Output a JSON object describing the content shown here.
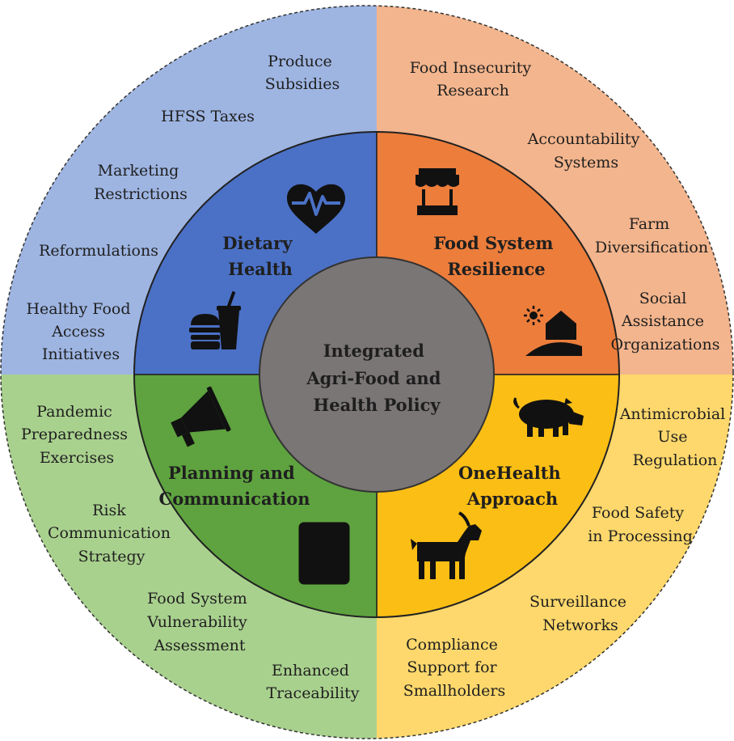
{
  "center": {
    "lines": [
      "Integrated",
      "Agri-Food and",
      "Health Policy"
    ]
  },
  "quadrants": {
    "dietary_health": {
      "title": [
        "Dietary",
        "Health"
      ],
      "color_outer": "#9eb5e2",
      "color_inner": "#4b71c6",
      "icons": [
        "heart-pulse-icon",
        "burger-drink-icon"
      ],
      "items": [
        [
          "Produce",
          "Subsidies"
        ],
        [
          "HFSS Taxes"
        ],
        [
          "Marketing",
          "Restrictions"
        ],
        [
          "Reformulations"
        ],
        [
          "Healthy Food",
          "Access",
          "Initiatives"
        ]
      ]
    },
    "food_system_resilience": {
      "title": [
        "Food System",
        "Resilience"
      ],
      "color_outer": "#f3b58d",
      "color_inner": "#ec7d3b",
      "icons": [
        "market-stall-icon",
        "farm-barn-icon"
      ],
      "items": [
        [
          "Food Insecurity",
          "Research"
        ],
        [
          "Accountability",
          "Systems"
        ],
        [
          "Farm",
          "Diversification"
        ],
        [
          "Social",
          "Assistance",
          "Organizations"
        ]
      ]
    },
    "planning_communication": {
      "title": [
        "Planning and",
        "Communication"
      ],
      "color_outer": "#a9d18e",
      "color_inner": "#5ea33f",
      "icons": [
        "megaphone-icon",
        "checklist-icon"
      ],
      "items": [
        [
          "Pandemic",
          "Preparedness",
          "Exercises"
        ],
        [
          "Risk",
          "Communication",
          "Strategy"
        ],
        [
          "Food System",
          "Vulnerability",
          "Assessment"
        ],
        [
          "Enhanced",
          "Traceability"
        ]
      ]
    },
    "onehealth_approach": {
      "title": [
        "OneHealth",
        "Approach"
      ],
      "color_outer": "#fed86c",
      "color_inner": "#fbbe14",
      "icons": [
        "pig-icon",
        "goat-icon"
      ],
      "items": [
        [
          "Antimicrobial",
          "Use",
          "Regulation"
        ],
        [
          "Food Safety",
          "in Processing"
        ],
        [
          "Surveillance",
          "Networks"
        ],
        [
          "Compliance",
          "Support for",
          "Smallholders"
        ]
      ]
    }
  }
}
